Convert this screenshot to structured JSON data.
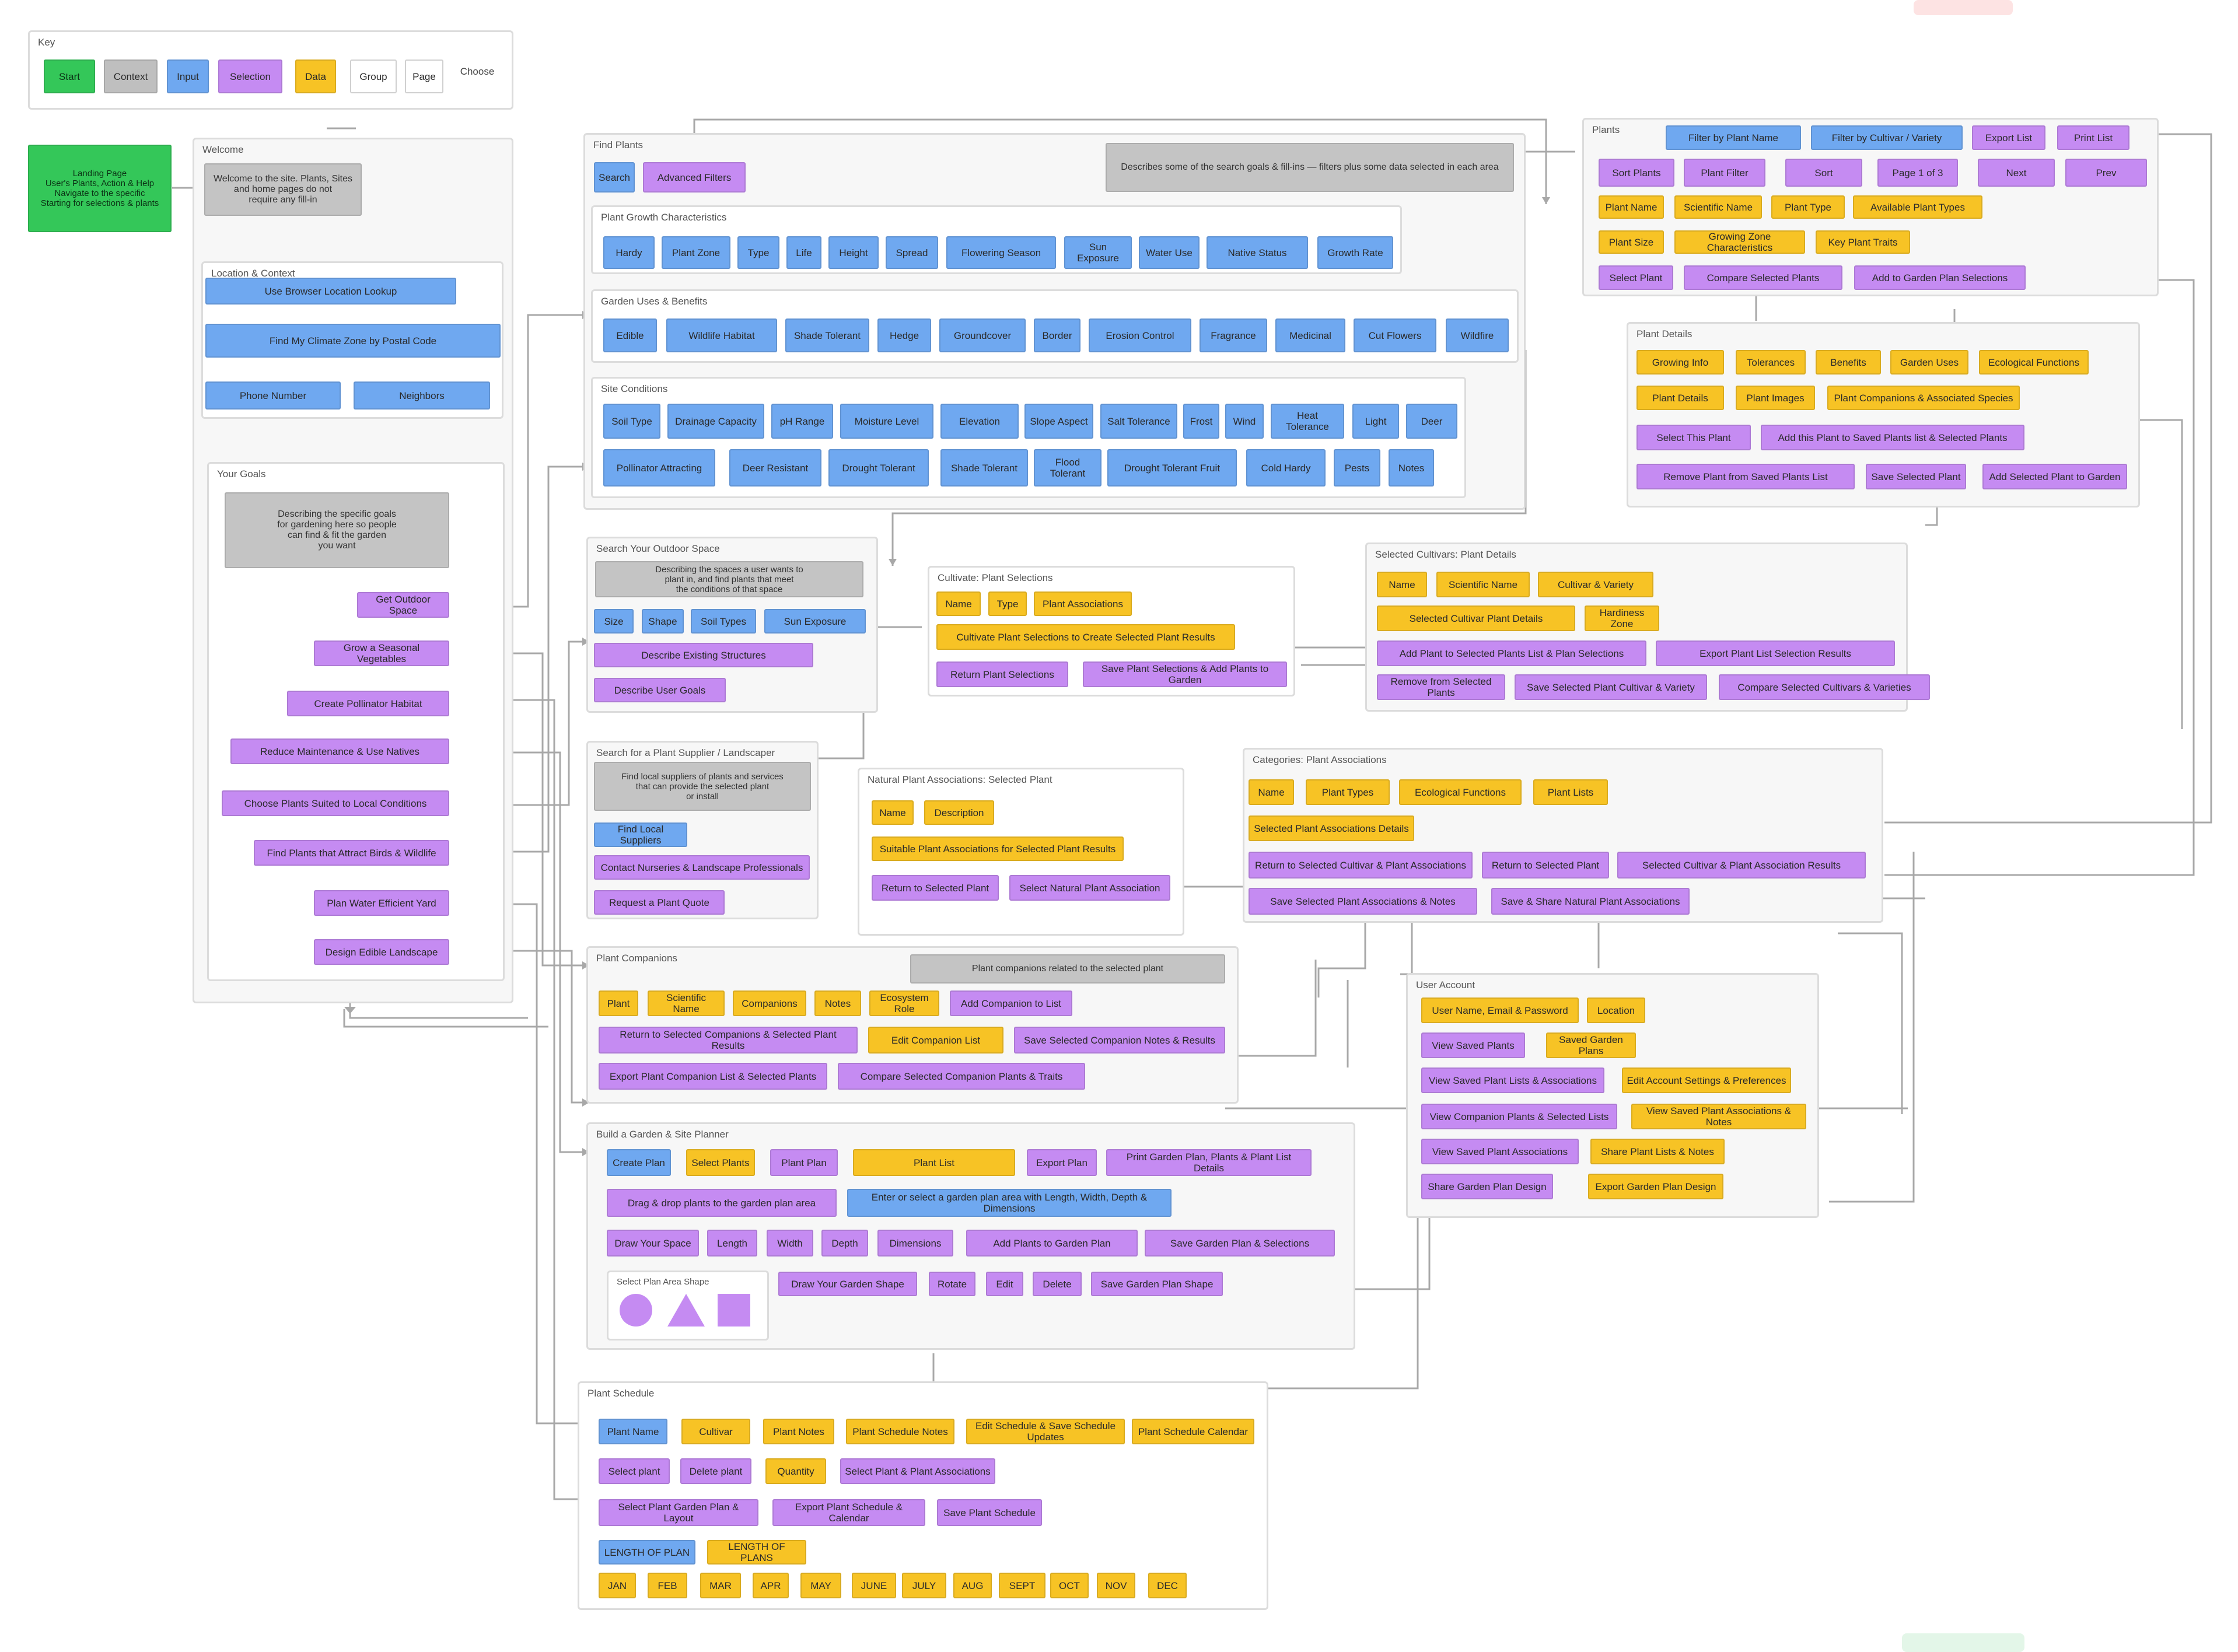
{
  "colors": {
    "start": "#34c759",
    "context": "#bfbfbf",
    "input": "#6fa8f0",
    "select": "#c58bf2",
    "data": "#f7c325",
    "group_bg": "#f7f7f7",
    "wire": "#9a9a9a"
  },
  "key": {
    "title": "Key",
    "items": [
      "Start",
      "Context",
      "Input",
      "Selection",
      "Data",
      "Group",
      "Page",
      "Choose"
    ]
  },
  "start_card": {
    "text": "Landing Page\nUser's Plants, Action & Help\nNavigate to the specific\nStarting for selections & plants"
  },
  "welcome": {
    "title": "Welcome",
    "intro_note": "Welcome to the site. Plants, Sites\nand home pages do not\nrequire any fill-in",
    "region_group": {
      "title": "Location & Context",
      "items": [
        "Use Browser Location Lookup",
        "Find My Climate Zone by Postal Code",
        "Phone Number",
        "Neighbors"
      ]
    },
    "goals_group": {
      "title": "Your Goals",
      "note": "Describing the specific goals\nfor gardening here so people\ncan find & fit the garden\nyou want",
      "items": [
        "Get Outdoor Space",
        "Grow a Seasonal Vegetables",
        "Create Pollinator Habitat",
        "Reduce Maintenance & Use Natives",
        "Choose Plants Suited to Local Conditions",
        "Find Plants that Attract Birds & Wildlife",
        "Plan Water Efficient Yard",
        "Design Edible Landscape"
      ]
    }
  },
  "find_plants": {
    "title": "Find Plants",
    "top_items": [
      "Search",
      "Advanced Filters"
    ],
    "note": "Describes some of the search goals & fill-ins — filters plus some data selected in each area",
    "attr_group": {
      "title": "Plant Growth Characteristics",
      "items": [
        "Hardy",
        "Plant Zone",
        "Type",
        "Life",
        "Height",
        "Spread",
        "Flowering Season",
        "Sun Exposure",
        "Water Use",
        "Native Status",
        "Growth Rate"
      ]
    },
    "use_group": {
      "title": "Garden Uses & Benefits",
      "items": [
        "Edible",
        "Wildlife Habitat",
        "Shade Tolerant",
        "Hedge",
        "Groundcover",
        "Border",
        "Erosion Control",
        "Fragrance",
        "Medicinal",
        "Cut Flowers",
        "Wildfire"
      ]
    },
    "site_group": {
      "title": "Site Conditions",
      "items": [
        "Soil Type",
        "Drainage Capacity",
        "pH Range",
        "Moisture Level",
        "Elevation",
        "Slope Aspect",
        "Salt Tolerance",
        "Frost",
        "Wind",
        "Heat Tolerance",
        "Light",
        "Deer",
        "Pollinator Attracting",
        "Deer Resistant",
        "Drought Tolerant",
        "Shade Tolerant",
        "Flood Tolerant",
        "Drought Tolerant Fruit",
        "Cold Hardy",
        "Pests",
        "Notes"
      ]
    }
  },
  "plants_panel": {
    "title": "Plants",
    "row1": [
      "Filter by Plant Name",
      "Filter by Cultivar / Variety",
      "Export List",
      "Print List"
    ],
    "row2": [
      "Sort Plants",
      "Plant Filter",
      "Sort",
      "Page 1 of 3",
      "Next",
      "Prev"
    ],
    "row3": [
      "Plant Name",
      "Scientific Name",
      "Plant Type",
      "Available Plant Types"
    ],
    "row4": [
      "Plant Size",
      "Growing Zone Characteristics",
      "Key Plant Traits"
    ],
    "row5": [
      "Select Plant",
      "Compare Selected Plants",
      "Add to Garden Plan Selections"
    ]
  },
  "plant_details": {
    "title": "Plant Details",
    "row1": [
      "Growing Info",
      "Tolerances",
      "Benefits",
      "Garden Uses",
      "Ecological Functions"
    ],
    "row2": [
      "Plant Details",
      "Plant Images",
      "Plant Companions & Associated Species"
    ],
    "row3": [
      "Select This Plant",
      "Add this Plant to Saved Plants list & Selected Plants"
    ],
    "row4": [
      "Remove Plant from Saved Plants List",
      "Save Selected Plant",
      "Add Selected Plant to Garden"
    ]
  },
  "search_outdoor": {
    "title": "Search Your Outdoor Space",
    "note": "Describing the spaces a user wants to\nplant in, and find plants that meet\nthe conditions of that space",
    "items": [
      "Size",
      "Shape",
      "Soil Types",
      "Sun Exposure",
      "Describe Existing Structures",
      "Describe User Goals"
    ]
  },
  "cultivate": {
    "title": "Cultivate: Plant Selections",
    "items": [
      "Name",
      "Type",
      "Plant Associations",
      "Cultivate Plant Selections to Create Selected Plant Results",
      "Return Plant Selections",
      "Save Plant Selections & Add Plants to Garden"
    ]
  },
  "selected_cultivar": {
    "title": "Selected Cultivars: Plant Details",
    "row1": [
      "Name",
      "Scientific Name",
      "Cultivar & Variety"
    ],
    "row2": [
      "Selected Cultivar Plant Details",
      "Hardiness Zone"
    ],
    "row3": [
      "Add Plant to Selected Plants List & Plan Selections",
      "Export Plant List Selection Results"
    ],
    "row4": [
      "Remove from Selected Plants",
      "Save Selected Plant Cultivar & Variety",
      "Compare Selected Cultivars & Varieties"
    ]
  },
  "plant_supplier": {
    "title": "Search for a Plant Supplier / Landscaper",
    "note": "Find local suppliers of plants and services\nthat can provide the selected plant\nor install",
    "items": [
      "Find Local Suppliers",
      "Contact Nurseries & Landscape Professionals",
      "Request a Plant Quote"
    ]
  },
  "natural_assoc": {
    "title": "Natural Plant Associations: Selected Plant",
    "items": [
      "Name",
      "Description",
      "Suitable Plant Associations for Selected Plant Results",
      "Return to Selected Plant",
      "Select Natural Plant Association"
    ]
  },
  "categories": {
    "title": "Categories: Plant Associations",
    "row1": [
      "Name",
      "Plant Types",
      "Ecological Functions",
      "Plant Lists"
    ],
    "row2": [
      "Selected Plant Associations Details"
    ],
    "row3": [
      "Return to Selected Cultivar & Plant Associations",
      "Return to Selected Plant",
      "Selected Cultivar & Plant Association Results"
    ],
    "row4": [
      "Save Selected Plant Associations & Notes",
      "Save & Share Natural Plant Associations"
    ]
  },
  "companions": {
    "title": "Plant Companions",
    "note": "Plant companions related to the selected plant",
    "row1": [
      "Plant",
      "Scientific Name",
      "Companions",
      "Notes",
      "Ecosystem Role",
      "Add Companion to List"
    ],
    "row2": [
      "Return to Selected Companions & Selected Plant Results",
      "Edit Companion List",
      "Save Selected Companion Notes & Results"
    ],
    "row3": [
      "Export Plant Companion List & Selected Plants",
      "Compare Selected Companion Plants & Traits"
    ]
  },
  "user_account": {
    "title": "User Account",
    "items": [
      "User Name, Email & Password",
      "Location",
      "View Saved Plants",
      "Saved Garden Plans",
      "View Saved Plant Lists & Associations",
      "Edit Account Settings & Preferences",
      "View Companion Plants & Selected Lists",
      "View Saved Plant Associations & Notes",
      "View Saved Plant Associations",
      "Share Plant Lists & Notes",
      "Share Garden Plan Design",
      "Export Garden Plan Design"
    ]
  },
  "build_garden": {
    "title": "Build a Garden & Site Planner",
    "row1": [
      "Create Plan",
      "Select Plants",
      "Plant Plan",
      "Plant List",
      "Export Plan",
      "Print Garden Plan, Plants & Plant List Details"
    ],
    "row2": [
      "Drag & drop plants to the garden plan area",
      "Enter or select a garden plan area with Length, Width, Depth & Dimensions"
    ],
    "row3": [
      "Draw Your Space",
      "Length",
      "Width",
      "Depth",
      "Dimensions",
      "Add Plants to Garden Plan",
      "Save Garden Plan & Selections"
    ],
    "shapes_group": "Select Plan Area Shape",
    "row4": [
      "Draw Your Garden Shape",
      "Rotate",
      "Edit",
      "Delete",
      "Save Garden Plan Shape"
    ]
  },
  "plant_schedule": {
    "title": "Plant Schedule",
    "row1": [
      "Plant Name",
      "Cultivar",
      "Plant Notes",
      "Plant Schedule Notes",
      "Edit Schedule & Save Schedule Updates",
      "Plant Schedule Calendar"
    ],
    "row2": [
      "Select plant",
      "Delete plant",
      "Quantity",
      "Select Plant & Plant Associations"
    ],
    "row3": [
      "Select Plant Garden Plan & Layout",
      "Export Plant Schedule & Calendar",
      "Save Plant Schedule"
    ],
    "row4": [
      "LENGTH OF PLAN",
      "LENGTH OF PLANS"
    ],
    "months": [
      "JAN",
      "FEB",
      "MAR",
      "APR",
      "MAY",
      "JUNE",
      "JULY",
      "AUG",
      "SEPT",
      "OCT",
      "NOV",
      "DEC"
    ]
  }
}
